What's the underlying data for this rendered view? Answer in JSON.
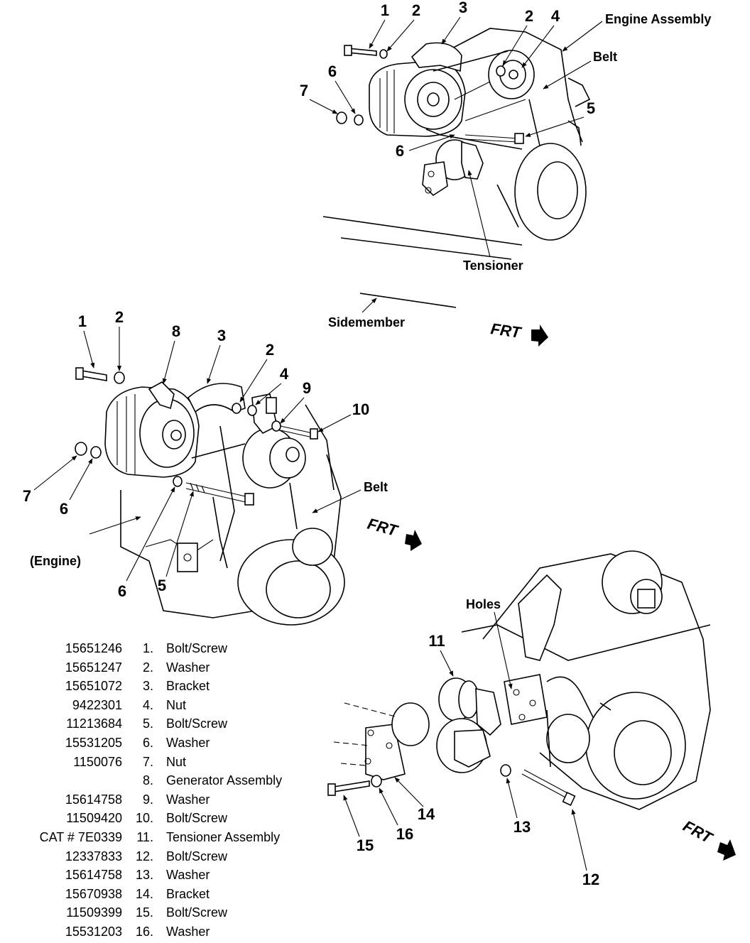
{
  "diagram": {
    "top": {
      "callouts": [
        "1",
        "2",
        "3",
        "2",
        "4",
        "6",
        "7",
        "5",
        "6"
      ],
      "labels": {
        "engine_assembly": "Engine Assembly",
        "belt": "Belt",
        "tensioner": "Tensioner",
        "sidemember": "Sidemember",
        "frt": "FRT"
      }
    },
    "middle": {
      "callouts": [
        "1",
        "2",
        "8",
        "3",
        "2",
        "4",
        "9",
        "10",
        "7",
        "6",
        "6",
        "5"
      ],
      "labels": {
        "belt": "Belt",
        "engine": "(Engine)",
        "frt": "FRT"
      }
    },
    "bottom": {
      "callouts": [
        "11",
        "14",
        "15",
        "16",
        "13",
        "12"
      ],
      "labels": {
        "holes": "Holes",
        "frt": "FRT"
      }
    }
  },
  "parts_list": [
    {
      "part_number": "15651246",
      "index": "1.",
      "description": "Bolt/Screw"
    },
    {
      "part_number": "15651247",
      "index": "2.",
      "description": "Washer"
    },
    {
      "part_number": "15651072",
      "index": "3.",
      "description": "Bracket"
    },
    {
      "part_number": "9422301",
      "index": "4.",
      "description": "Nut"
    },
    {
      "part_number": "11213684",
      "index": "5.",
      "description": "Bolt/Screw"
    },
    {
      "part_number": "15531205",
      "index": "6.",
      "description": "Washer"
    },
    {
      "part_number": "1150076",
      "index": "7.",
      "description": "Nut"
    },
    {
      "part_number": "",
      "index": "8.",
      "description": "Generator Assembly"
    },
    {
      "part_number": "15614758",
      "index": "9.",
      "description": "Washer"
    },
    {
      "part_number": "11509420",
      "index": "10.",
      "description": "Bolt/Screw"
    },
    {
      "part_number": "CAT # 7E0339",
      "index": "11.",
      "description": "Tensioner Assembly"
    },
    {
      "part_number": "12337833",
      "index": "12.",
      "description": "Bolt/Screw"
    },
    {
      "part_number": "15614758",
      "index": "13.",
      "description": "Washer"
    },
    {
      "part_number": "15670938",
      "index": "14.",
      "description": "Bracket"
    },
    {
      "part_number": "11509399",
      "index": "15.",
      "description": "Bolt/Screw"
    },
    {
      "part_number": "15531203",
      "index": "16.",
      "description": "Washer"
    }
  ]
}
